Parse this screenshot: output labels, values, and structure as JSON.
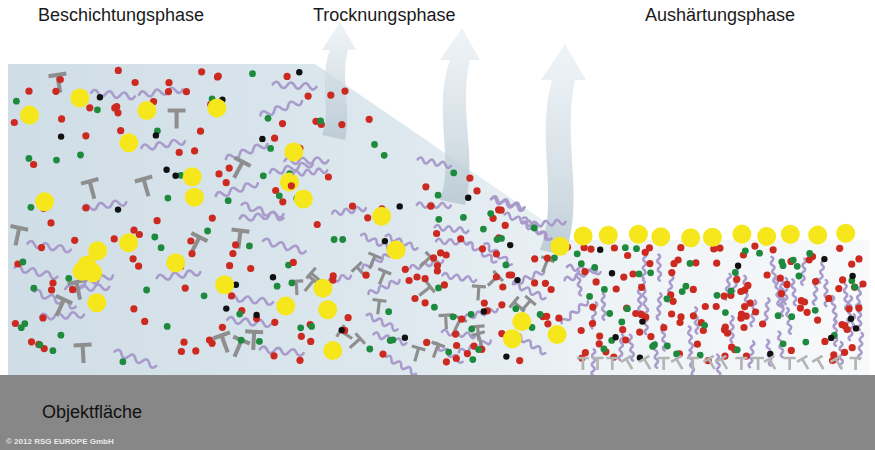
{
  "diagram": {
    "nodes": [
      {
        "text": [
          "Objektfläche"
        ]
      }
    ],
    "labels": [
      "Beschichtungsphase",
      "Trocknungsphase",
      "Aushärtungsphase",
      "© 2012 RSG EUROPE GmbH"
    ]
  }
}
